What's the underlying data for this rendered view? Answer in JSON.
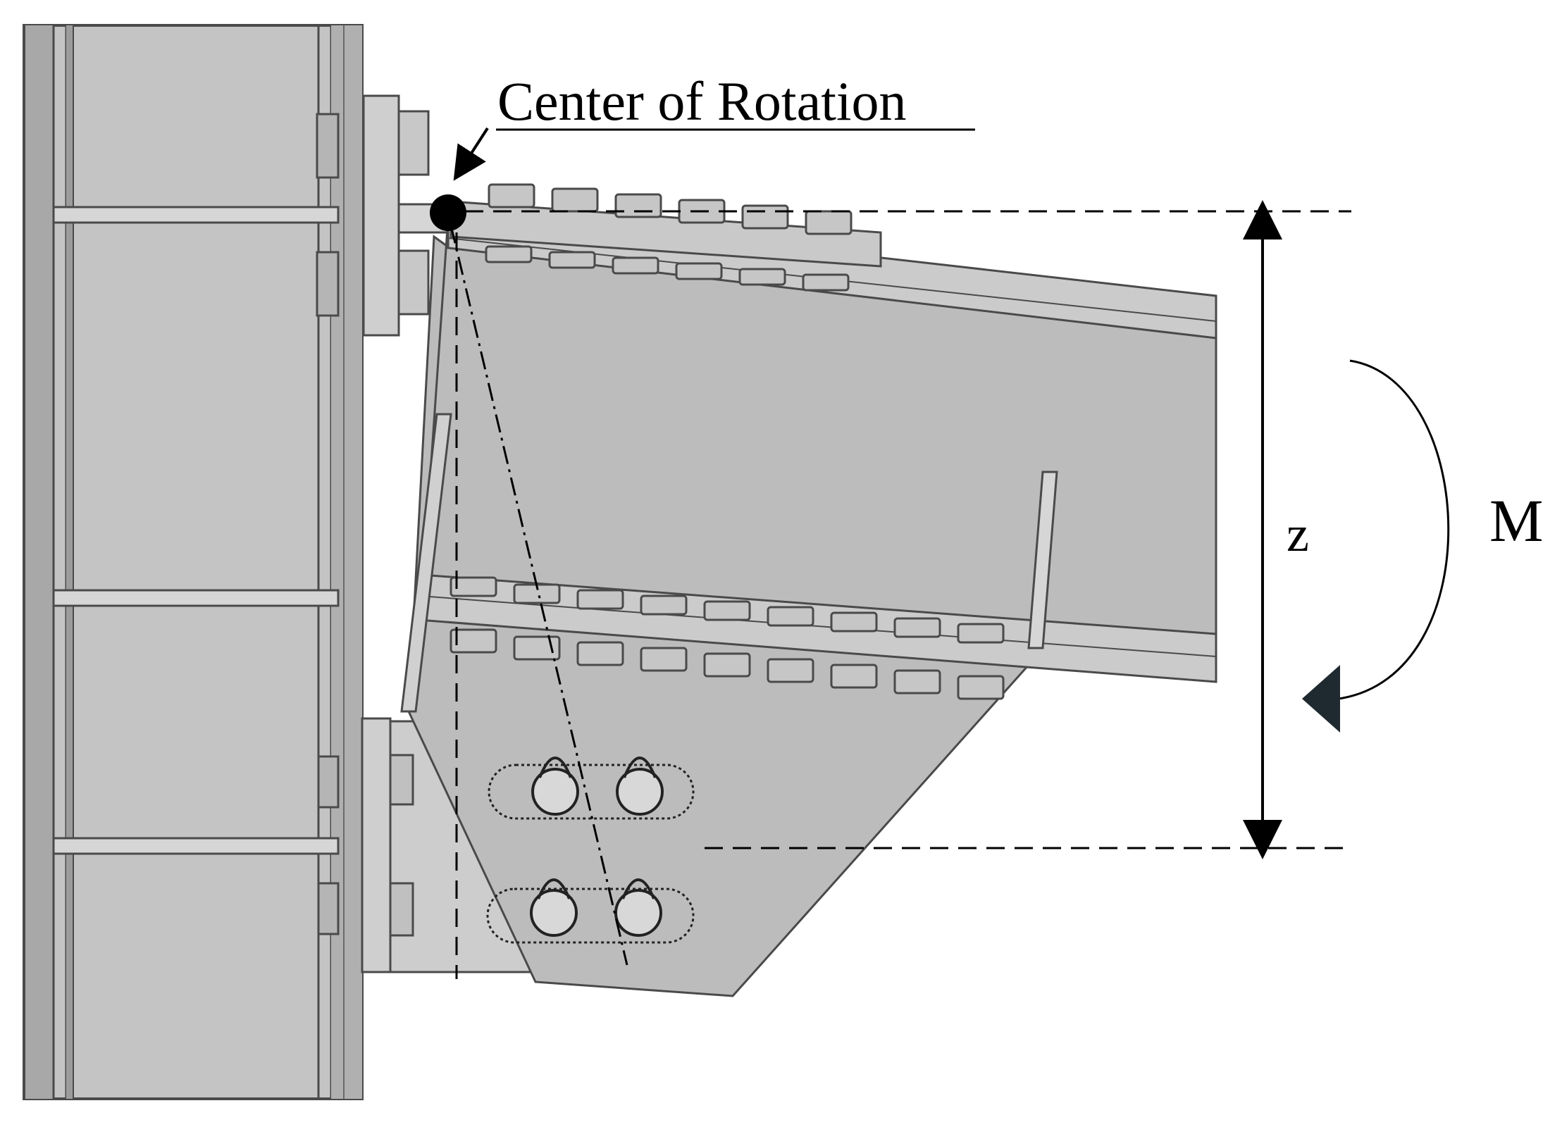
{
  "labels": {
    "center_of_rotation": "Center of Rotation",
    "lever_arm": "z",
    "moment": "M"
  },
  "colors": {
    "steel_face": "#bdbdbd",
    "steel_light": "#d3d3d3",
    "steel_dark": "#8e8e8e",
    "outline": "#4a4a4a",
    "ink": "#000000",
    "arrowhead": "#1f2a30"
  },
  "icons": {
    "pivot": "filled-circle",
    "moment_arrow": "curved-arrow-clockwise"
  }
}
